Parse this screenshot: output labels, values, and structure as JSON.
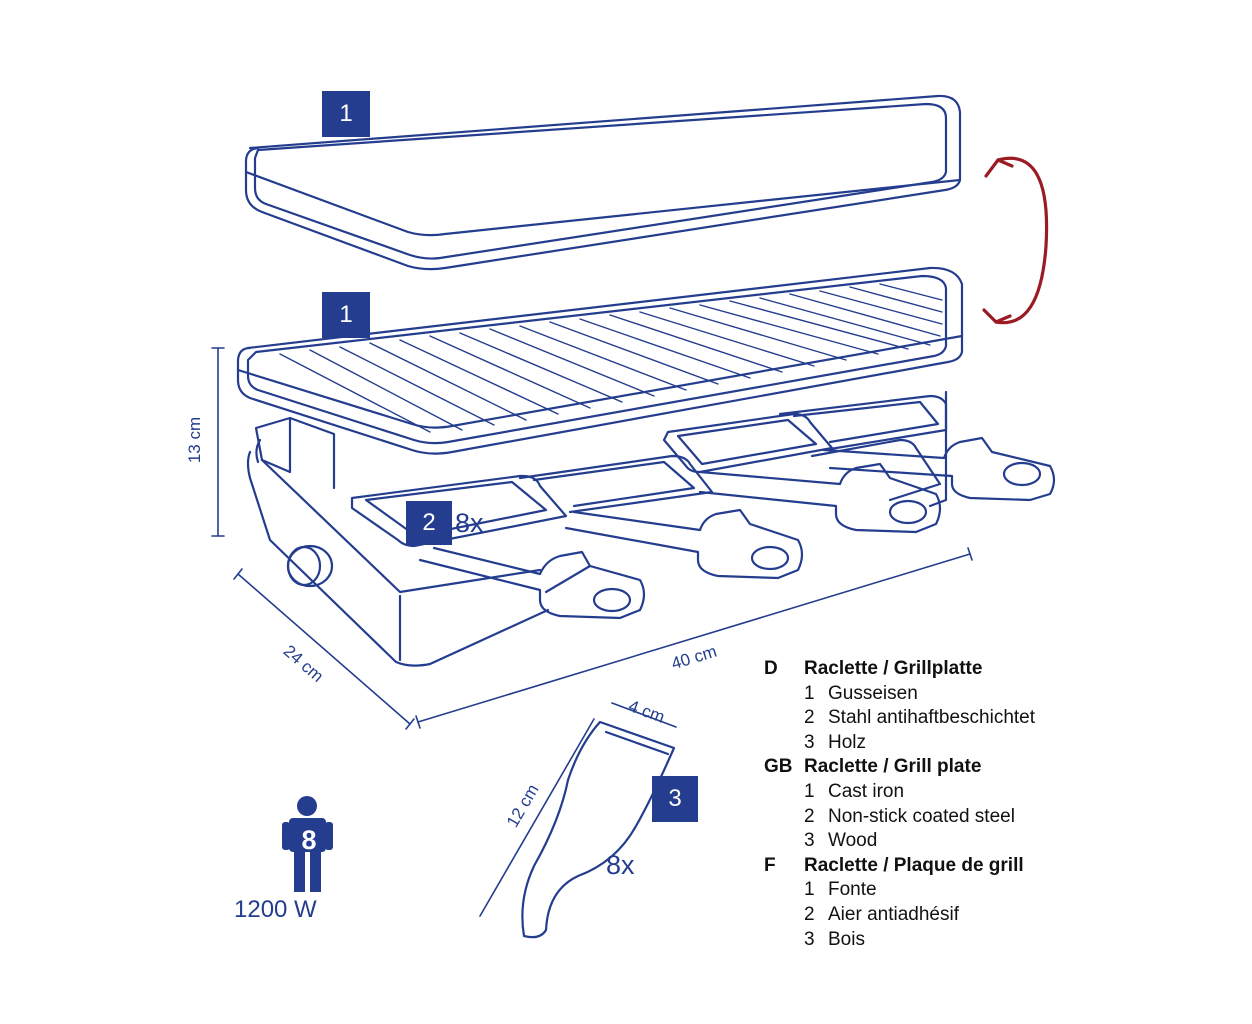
{
  "badges": {
    "top_plate": "1",
    "grill_plate": "1",
    "pan": "2",
    "spatula": "3"
  },
  "quantities": {
    "pans": "8x",
    "spatulas": "8x"
  },
  "dimensions": {
    "height": "13 cm",
    "depth": "24 cm",
    "width": "40 cm",
    "spatula_width": "4 cm",
    "spatula_length": "12 cm"
  },
  "persons": "8",
  "power": "1200 W",
  "legend": [
    {
      "lang": "D",
      "title": "Raclette / Grillplatte",
      "items": [
        {
          "n": "1",
          "t": "Gusseisen"
        },
        {
          "n": "2",
          "t": "Stahl antihaftbeschichtet"
        },
        {
          "n": "3",
          "t": "Holz"
        }
      ]
    },
    {
      "lang": "GB",
      "title": "Raclette / Grill plate",
      "items": [
        {
          "n": "1",
          "t": "Cast iron"
        },
        {
          "n": "2",
          "t": "Non-stick coated steel"
        },
        {
          "n": "3",
          "t": "Wood"
        }
      ]
    },
    {
      "lang": "F",
      "title": "Raclette / Plaque de grill",
      "items": [
        {
          "n": "1",
          "t": "Fonte"
        },
        {
          "n": "2",
          "t": "Aier antiadhésif"
        },
        {
          "n": "3",
          "t": "Bois"
        }
      ]
    }
  ],
  "colors": {
    "line": "#243d8e",
    "badge": "#243d8e",
    "arrow": "#9b1b24",
    "legend_text": "#111111"
  }
}
